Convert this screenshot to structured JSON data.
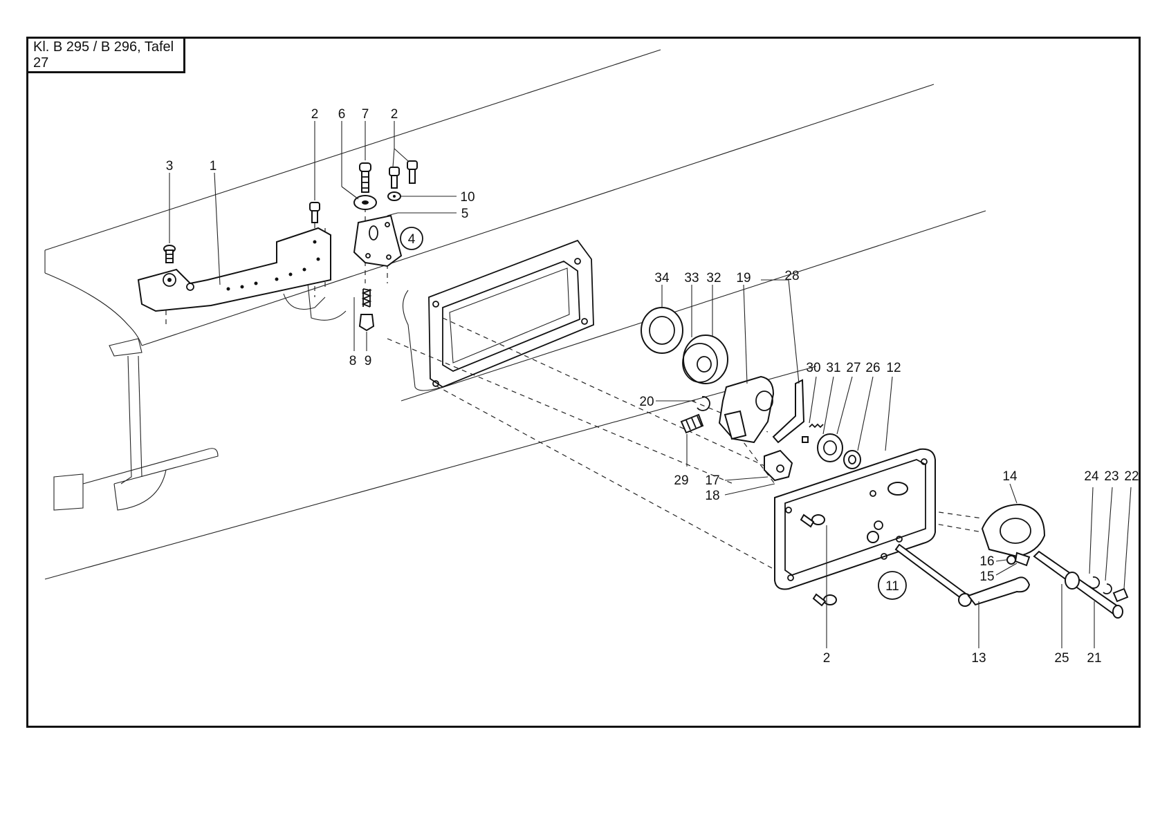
{
  "title": "Kl. B 295 / B 296, Tafel 27",
  "labels": {
    "l1": "1",
    "l2a": "2",
    "l2b": "2",
    "l2c": "2",
    "l3": "3",
    "l4": "4",
    "l5": "5",
    "l6": "6",
    "l7": "7",
    "l8": "8",
    "l9": "9",
    "l10": "10",
    "l11": "11",
    "l12": "12",
    "l13": "13",
    "l14": "14",
    "l15": "15",
    "l16": "16",
    "l17": "17",
    "l18": "18",
    "l19": "19",
    "l20": "20",
    "l21": "21",
    "l22": "22",
    "l23": "23",
    "l24": "24",
    "l25": "25",
    "l26": "26",
    "l27": "27",
    "l28": "28",
    "l29": "29",
    "l30": "30",
    "l31": "31",
    "l32": "32",
    "l33": "33",
    "l34": "34"
  }
}
